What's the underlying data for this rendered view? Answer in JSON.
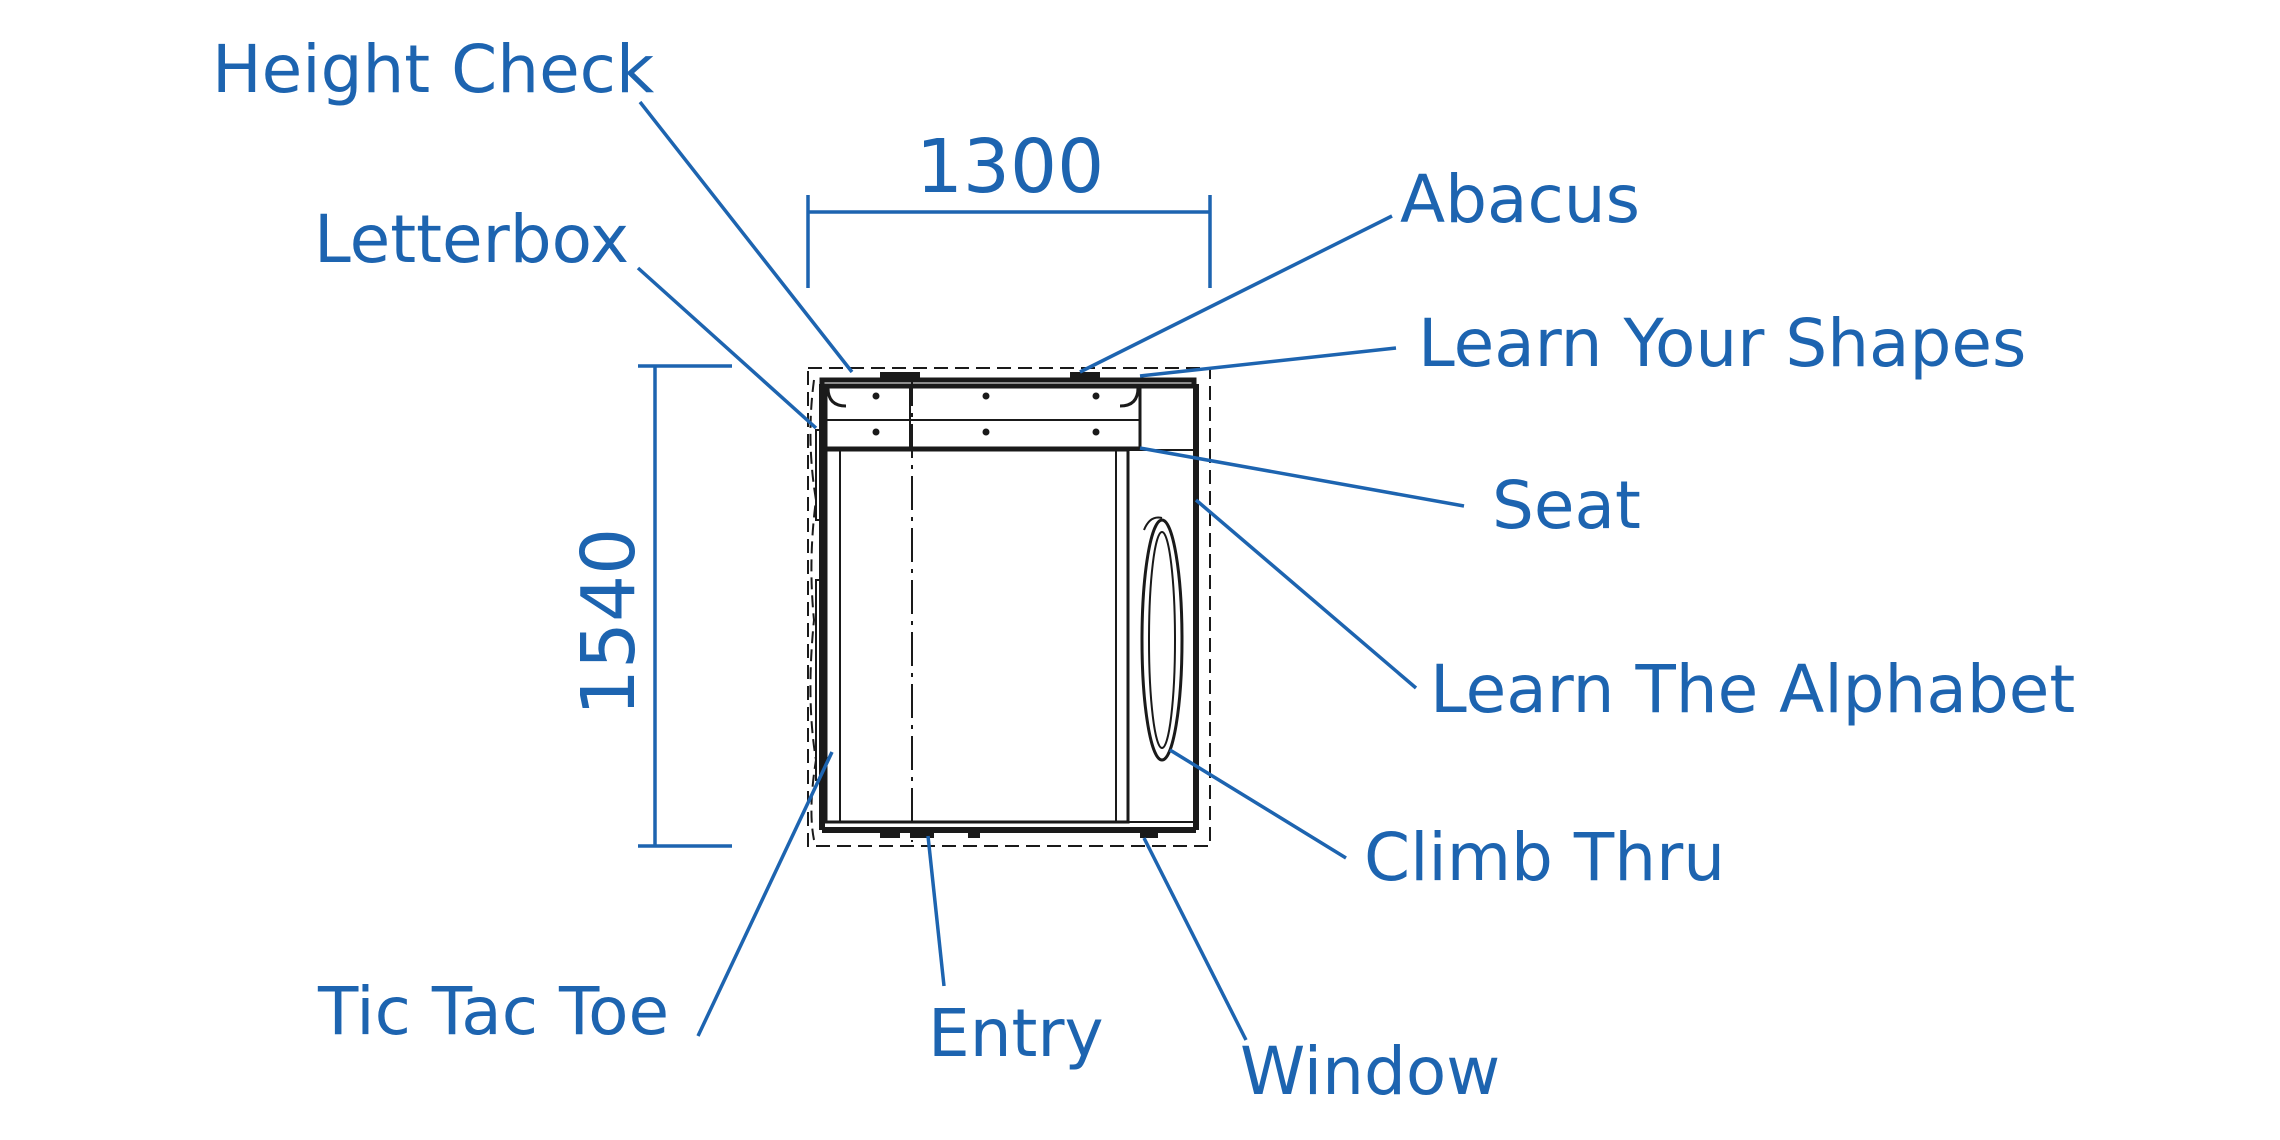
{
  "diagram": {
    "dimensions": {
      "width": "1300",
      "depth": "1540"
    },
    "callouts": {
      "height_check": "Height Check",
      "letterbox": "Letterbox",
      "abacus": "Abacus",
      "learn_your_shapes": "Learn Your Shapes",
      "seat": "Seat",
      "learn_the_alphabet": "Learn The Alphabet",
      "climb_thru": "Climb Thru",
      "tic_tac_toe": "Tic Tac Toe",
      "entry": "Entry",
      "window": "Window"
    },
    "colors": {
      "callout": "#1d64b0",
      "drawing": "#1a1a1a",
      "background": "#ffffff"
    }
  }
}
